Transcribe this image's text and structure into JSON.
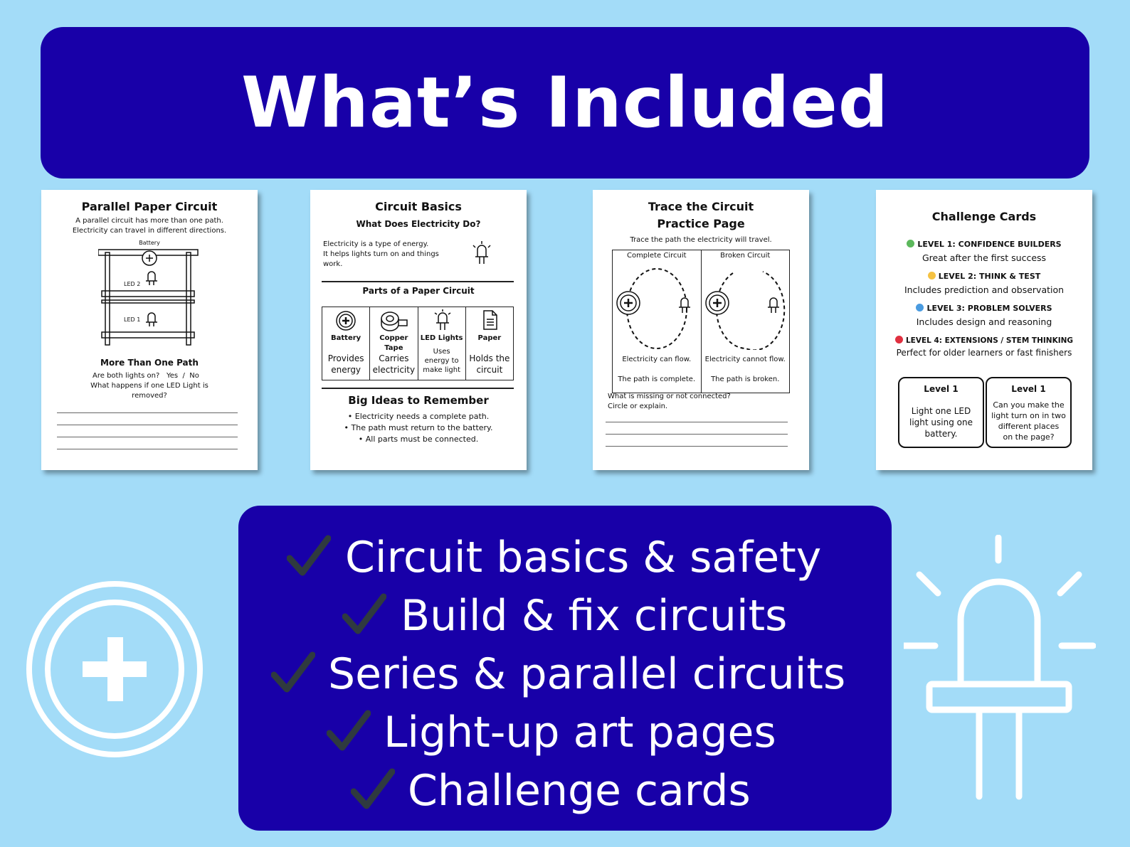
{
  "header": {
    "title": "What’s Included"
  },
  "pages": {
    "parallel": {
      "title": "Parallel Paper Circuit",
      "intro_1": "A parallel circuit has more than one path.",
      "intro_2": "Electricity can travel in different directions.",
      "battery_label": "Battery",
      "led2_label": "LED 2",
      "led1_label": "LED 1",
      "subtitle": "More Than One Path",
      "q1": "Are both lights on?",
      "q1_answer": "Yes  /  No",
      "q2_1": "What happens if one LED Light is",
      "q2_2": "removed?"
    },
    "basics": {
      "title": "Circuit Basics",
      "subtitle": "What Does Electricity Do?",
      "intro_1": "Electricity is a type of energy.",
      "intro_2": "It helps lights turn on and things",
      "intro_3": "work.",
      "parts_title": "Parts of a Paper Circuit",
      "parts": [
        {
          "name": "Battery",
          "desc_1": "Provides",
          "desc_2": "energy",
          "desc_3": ""
        },
        {
          "name": "Copper Tape",
          "desc_1": "Carries",
          "desc_2": "electricity",
          "desc_3": ""
        },
        {
          "name": "LED Lights",
          "desc_1": "Uses",
          "desc_2": "energy to",
          "desc_3": "make light"
        },
        {
          "name": "Paper",
          "desc_1": "Holds the",
          "desc_2": "circuit",
          "desc_3": ""
        }
      ],
      "ideas_title": "Big Ideas to Remember",
      "ideas": [
        "• Electricity needs a complete path.",
        "• The path must return to the battery.",
        "• All parts must be connected."
      ]
    },
    "trace": {
      "title_1": "Trace the Circuit",
      "title_2": "Practice Page",
      "intro": "Trace the path the electricity will travel.",
      "left_header": "Complete Circuit",
      "left_t1": "Electricity can flow.",
      "left_t2": "The path is complete.",
      "right_header": "Broken Circuit",
      "right_t1": "Electricity cannot flow.",
      "right_t2": "The path is broken.",
      "question_1": "What is missing or not connected?",
      "question_2": "Circle or explain."
    },
    "challenge": {
      "title": "Challenge Cards",
      "levels": [
        {
          "title": "LEVEL 1: CONFIDENCE BUILDERS",
          "desc": "Great after the first success",
          "color": "#5cb85c"
        },
        {
          "title": "LEVEL 2: THINK & TEST",
          "desc": "Includes prediction and observation",
          "color": "#f5c242"
        },
        {
          "title": "LEVEL 3: PROBLEM SOLVERS",
          "desc": "Includes design and reasoning",
          "color": "#4a9be0"
        },
        {
          "title": "LEVEL 4: EXTENSIONS / STEM THINKING",
          "desc": "Perfect for older learners or fast finishers",
          "color": "#e03040"
        }
      ],
      "card_left": {
        "title": "Level 1",
        "line_1": "Light one LED",
        "line_2": "light using one",
        "line_3": "battery."
      },
      "card_right": {
        "title": "Level 1",
        "line_1": "Can you make the",
        "line_2": "light turn on in two",
        "line_3": "different places",
        "line_4": "on the page?"
      }
    }
  },
  "features": [
    "Circuit basics & safety",
    "Build & fix circuits",
    "Series & parallel circuits",
    "Light-up art pages",
    "Challenge cards"
  ],
  "colors": {
    "background": "#a3dcf8",
    "banner": "#1800a8",
    "check": "#2f3a3f"
  },
  "icons": {
    "left_decoration": "battery-plus-icon",
    "right_decoration": "led-bulb-icon",
    "list_marker": "check-icon"
  }
}
